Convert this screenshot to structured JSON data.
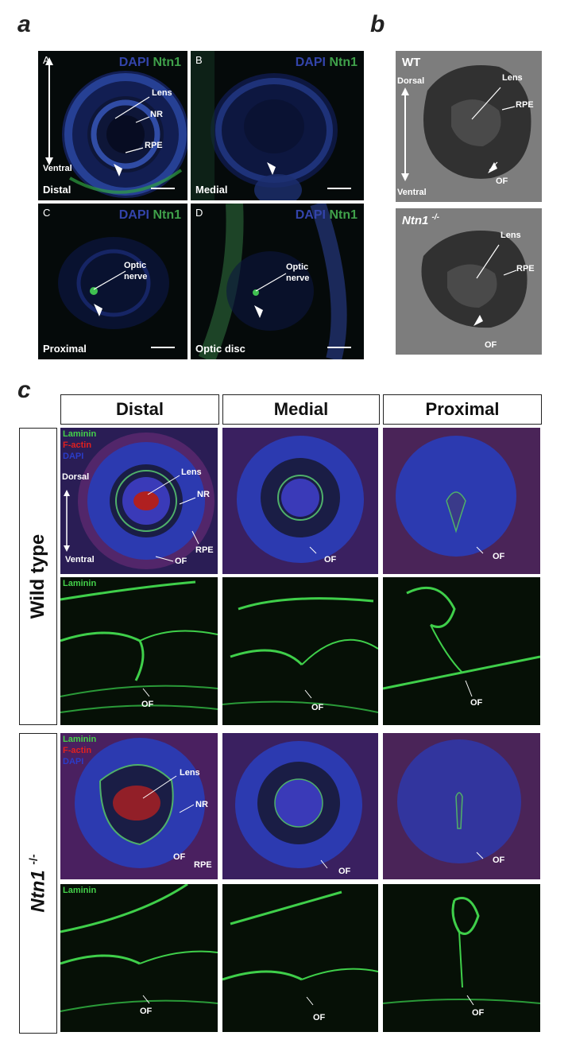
{
  "panels": {
    "a": "a",
    "b": "b",
    "c": "c"
  },
  "panel_a": {
    "stain_dapi": "DAPI",
    "stain_ntn1": "Ntn1",
    "subpanels": [
      {
        "corner": "A",
        "condition": "Distal"
      },
      {
        "corner": "B",
        "condition": "Medial"
      },
      {
        "corner": "C",
        "condition": "Proximal"
      },
      {
        "corner": "D",
        "condition": "Optic disc"
      }
    ],
    "labels": {
      "lens": "Lens",
      "nr": "NR",
      "rpe": "RPE",
      "ventral": "Ventral",
      "optic_nerve_1": "Optic",
      "optic_nerve_2": "nerve"
    }
  },
  "panel_b": {
    "wt": "WT",
    "ko_gene": "Ntn1",
    "ko_sup": "-/-",
    "labels": {
      "dorsal": "Dorsal",
      "ventral": "Ventral",
      "lens": "Lens",
      "rpe": "RPE",
      "of": "OF"
    }
  },
  "panel_c": {
    "columns": [
      "Distal",
      "Medial",
      "Proximal"
    ],
    "row_wt": "Wild type",
    "row_ko_gene": "Ntn1",
    "row_ko_sup": "-/-",
    "channels": {
      "laminin": "Laminin",
      "factin": "F-actin",
      "dapi": "DAPI"
    },
    "labels": {
      "dorsal": "Dorsal",
      "ventral": "Ventral",
      "lens": "Lens",
      "nr": "NR",
      "rpe": "RPE",
      "of": "OF"
    }
  },
  "colors": {
    "dapi": "#3344aa",
    "ntn1": "#3fa04a",
    "laminin": "#44d04a",
    "factin": "#e02020"
  }
}
